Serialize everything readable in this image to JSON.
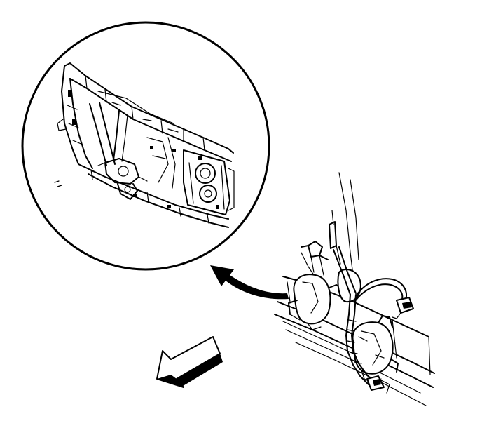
{
  "diagram": {
    "line_color": "#000000",
    "background_color": "#ffffff",
    "parts": [
      {
        "name": "radiator-support-detail",
        "shape": "circle-inset"
      },
      {
        "name": "horn-assembly-upper",
        "shape": "horn"
      },
      {
        "name": "horn-assembly-lower",
        "shape": "horn"
      },
      {
        "name": "wiring-harness",
        "shape": "cable"
      },
      {
        "name": "connector",
        "shape": "plug"
      }
    ],
    "callouts": [
      {
        "name": "detail-callout-arrow",
        "icon": "curved-arrow-icon"
      },
      {
        "name": "front-of-vehicle-arrow",
        "icon": "direction-arrow-icon"
      }
    ]
  }
}
